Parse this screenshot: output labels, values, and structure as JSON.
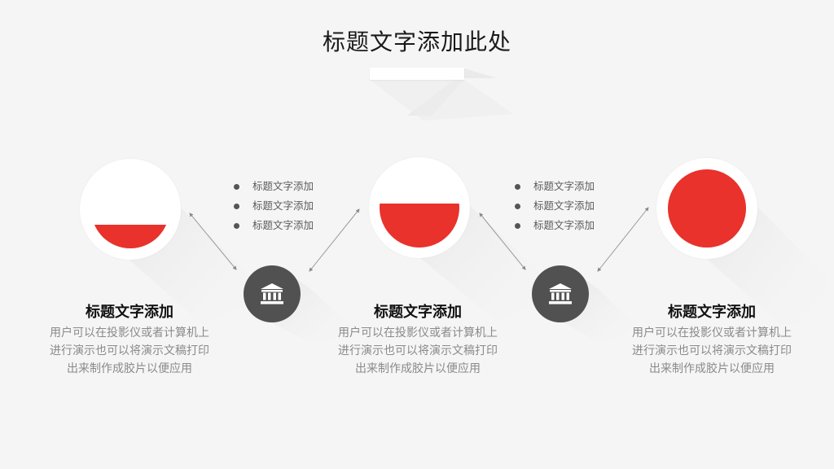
{
  "title": "标题文字添加此处",
  "accent_color": "#e8322b",
  "icon_color": "#515151",
  "icons": [
    "bank-icon",
    "bank-icon"
  ],
  "stages": [
    {
      "fill_fraction": 0.3
    },
    {
      "fill_fraction": 0.55
    },
    {
      "fill_fraction": 1.0
    }
  ],
  "bullet_lists": [
    [
      "标题文字添加",
      "标题文字添加",
      "标题文字添加"
    ],
    [
      "标题文字添加",
      "标题文字添加",
      "标题文字添加"
    ]
  ],
  "blocks": [
    {
      "heading": "标题文字添加",
      "lines": [
        "用户可以在投影仪或者计算机上",
        "进行演示也可以将演示文稿打印",
        "出来制作成胶片以便应用"
      ]
    },
    {
      "heading": "标题文字添加",
      "lines": [
        "用户可以在投影仪或者计算机上",
        "进行演示也可以将演示文稿打印",
        "出来制作成胶片以便应用"
      ]
    },
    {
      "heading": "标题文字添加",
      "lines": [
        "用户可以在投影仪或者计算机上",
        "进行演示也可以将演示文稿打印",
        "出来制作成胶片以便应用"
      ]
    }
  ]
}
